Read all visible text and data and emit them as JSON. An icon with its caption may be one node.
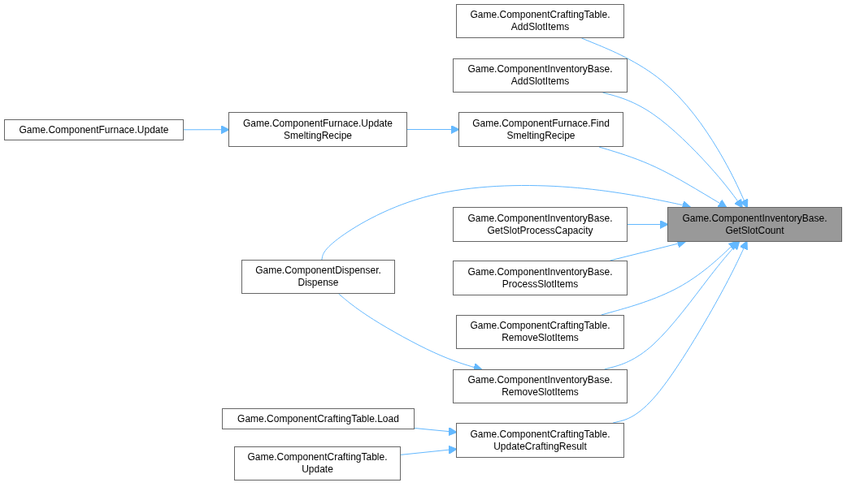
{
  "diagram": {
    "nodes": [
      {
        "text": [
          "Game.ComponentInventoryBase. GetSlotCount"
        ]
      },
      {
        "text": [
          "Game.ComponentCraftingTable. AddSlotItems"
        ]
      },
      {
        "text": [
          "Game.ComponentInventoryBase. AddSlotItems"
        ]
      },
      {
        "text": [
          "Game.ComponentFurnace.Find SmeltingRecipe"
        ]
      },
      {
        "text": [
          "Game.ComponentFurnace.Update SmeltingRecipe"
        ]
      },
      {
        "text": [
          "Game.ComponentFurnace.Update"
        ]
      },
      {
        "text": [
          "Game.ComponentDispenser. Dispense"
        ]
      },
      {
        "text": [
          "Game.ComponentInventoryBase. GetSlotProcessCapacity"
        ]
      },
      {
        "text": [
          "Game.ComponentInventoryBase. ProcessSlotItems"
        ]
      },
      {
        "text": [
          "Game.ComponentCraftingTable. RemoveSlotItems"
        ]
      },
      {
        "text": [
          "Game.ComponentInventoryBase. RemoveSlotItems"
        ]
      },
      {
        "text": [
          "Game.ComponentCraftingTable.Load"
        ]
      },
      {
        "text": [
          "Game.ComponentCraftingTable. UpdateCraftingResult"
        ]
      },
      {
        "text": [
          "Game.ComponentCraftingTable. Update"
        ]
      }
    ],
    "edges": [
      {
        "from": 1,
        "to": 0,
        "arrow": "to"
      },
      {
        "from": 2,
        "to": 0,
        "arrow": "to"
      },
      {
        "from": 3,
        "to": 0,
        "arrow": "to"
      },
      {
        "from": 6,
        "to": 0,
        "arrow": "to"
      },
      {
        "from": 7,
        "to": 0,
        "arrow": "to"
      },
      {
        "from": 8,
        "to": 0,
        "arrow": "to"
      },
      {
        "from": 9,
        "to": 0,
        "arrow": "to"
      },
      {
        "from": 10,
        "to": 0,
        "arrow": "to"
      },
      {
        "from": 12,
        "to": 0,
        "arrow": "to"
      },
      {
        "from": 4,
        "to": 3,
        "arrow": "to"
      },
      {
        "from": 5,
        "to": 4,
        "arrow": "to"
      },
      {
        "from": 6,
        "to": 10,
        "arrow": "to"
      },
      {
        "from": 11,
        "to": 12,
        "arrow": "to"
      },
      {
        "from": 13,
        "to": 12,
        "arrow": "to"
      }
    ]
  }
}
